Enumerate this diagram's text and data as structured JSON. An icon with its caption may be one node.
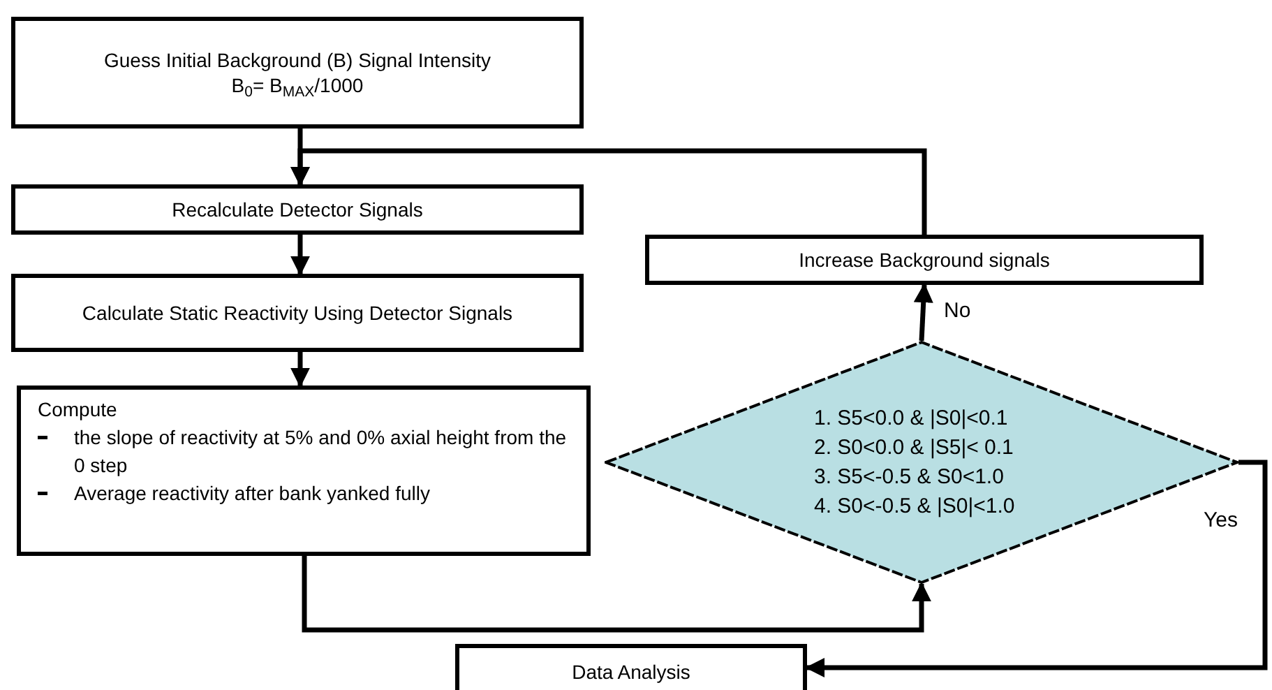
{
  "diagram": {
    "nodes": [
      {
        "text": [
          "Guess Initial Background (B) Signal Intensity",
          "B$_{0}$= B$_{MAX}$/1000"
        ]
      },
      {
        "text": [
          "Recalculate Detector Signals"
        ]
      },
      {
        "text": [
          "Calculate Static Reactivity Using Detector Signals"
        ]
      },
      {
        "text": [
          "Compute",
          "the slope of reactivity at 5% and 0% axial height from the 0 step",
          "Average reactivity after bank yanked fully"
        ]
      },
      {
        "text": [
          "Increase Background signals"
        ]
      },
      {
        "text": [
          "1. S5<0.0 & |S0|<0.1",
          "2. S0<0.0 & |S5|< 0.1",
          "3. S5<-0.5 & S0<1.0",
          "4. S0<-0.5 & |S0|<1.0"
        ]
      },
      {
        "text": [
          "Data Analysis"
        ]
      }
    ],
    "edges": [
      {
        "from": 0,
        "to": 1,
        "arrow": "to"
      },
      {
        "from": 1,
        "to": 2,
        "arrow": "to"
      },
      {
        "from": 2,
        "to": 3,
        "arrow": "to"
      },
      {
        "from": 3,
        "to": 5,
        "arrow": "to"
      },
      {
        "from": 5,
        "to": 4,
        "arrow": "to",
        "label": "No"
      },
      {
        "from": 4,
        "to": 1,
        "arrow": "to"
      },
      {
        "from": 5,
        "to": 6,
        "arrow": "to",
        "label": "Yes"
      }
    ]
  }
}
